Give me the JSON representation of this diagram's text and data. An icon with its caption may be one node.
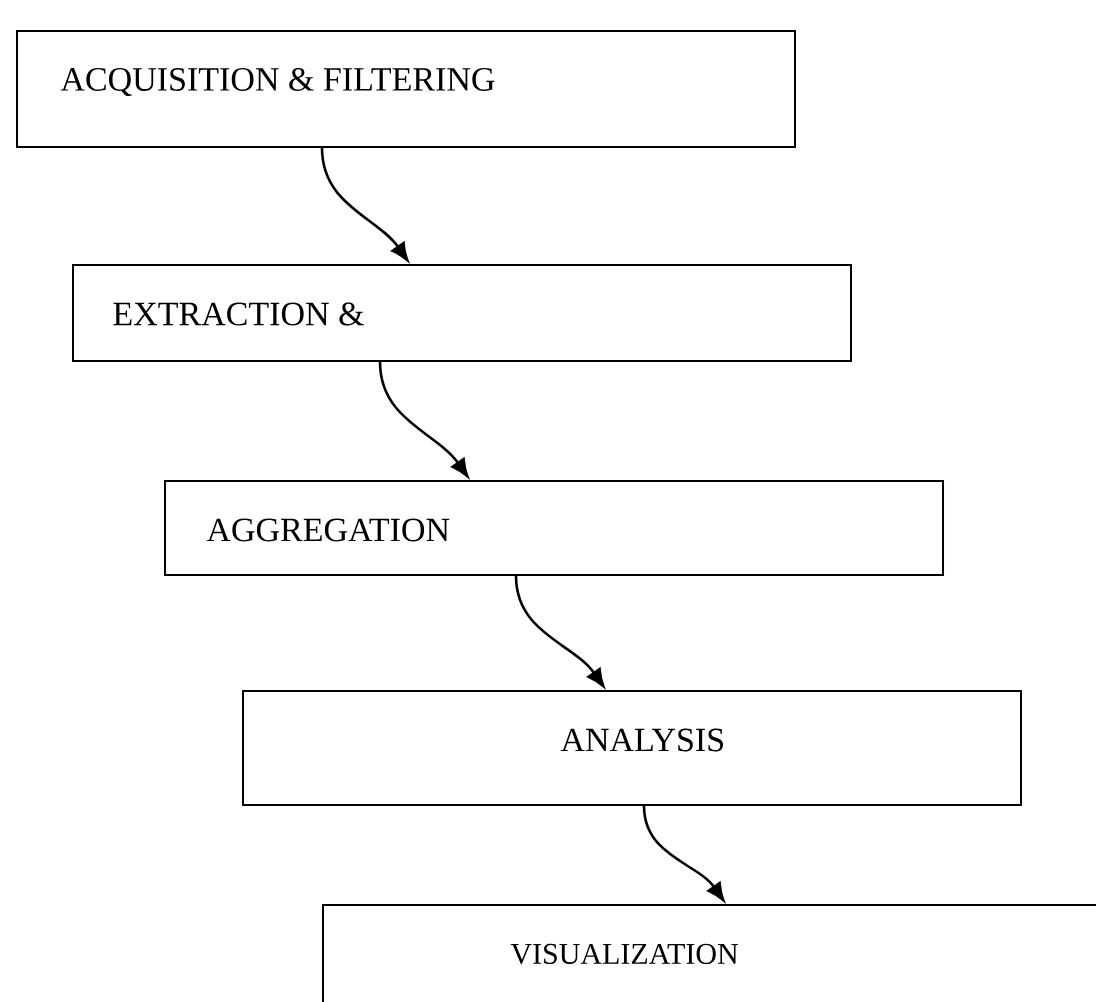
{
  "diagram": {
    "nodes": [
      {
        "text": [
          "ACQUISITION & FILTERING"
        ]
      },
      {
        "text": [
          "EXTRACTION &"
        ]
      },
      {
        "text": [
          "AGGREGATION"
        ]
      },
      {
        "text": [
          "ANALYSIS"
        ]
      },
      {
        "text": [
          "VISUALIZATION"
        ]
      }
    ],
    "edges": [
      {
        "from": 0,
        "to": 1,
        "arrow": "to"
      },
      {
        "from": 1,
        "to": 2,
        "arrow": "to"
      },
      {
        "from": 2,
        "to": 3,
        "arrow": "to"
      },
      {
        "from": 3,
        "to": 4,
        "arrow": "to"
      }
    ]
  }
}
